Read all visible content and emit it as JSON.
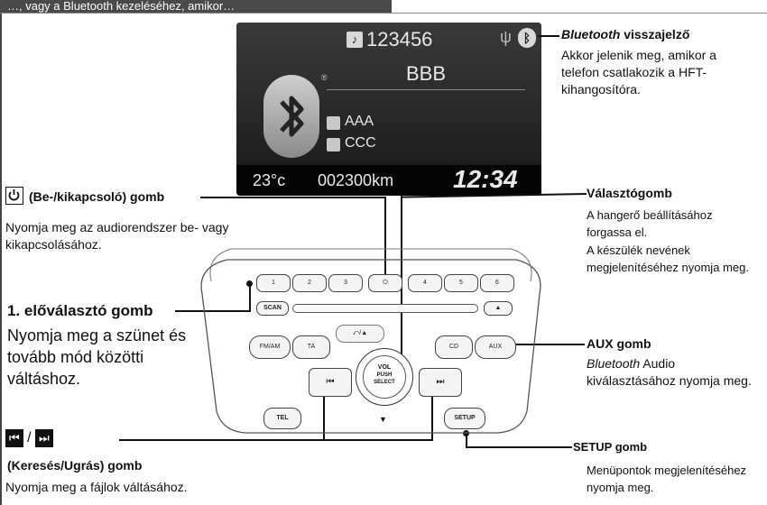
{
  "header": {
    "text": "…, vagy a Bluetooth kezeléséhez, amikor…"
  },
  "display": {
    "track_number": "123456",
    "device_name": "BBB",
    "album": "AAA",
    "artist": "CCC",
    "temperature": "23°c",
    "odometer": "002300km",
    "clock": "12:34"
  },
  "callouts": {
    "bluetooth_indicator": {
      "title_italic": "Bluetooth",
      "title_rest": " visszajelző",
      "description": "Akkor jelenik meg, amikor a telefon csatlakozik a HFT-kihangosítóra."
    },
    "power_button": {
      "title": "(Be-/kikapcsoló) gomb",
      "description": "Nyomja meg az audiorendszer be- vagy kikapcsolásához."
    },
    "preset_button": {
      "title": "1. előválasztó gomb",
      "description": "Nyomja meg a szünet és tovább mód közötti váltáshoz."
    },
    "seek_button": {
      "title": "(Keresés/Ugrás) gomb",
      "description": "Nyomja meg a fájlok váltásához."
    },
    "selector_knob": {
      "title": "Választógomb",
      "line1": "A hangerő beállításához forgassa el.",
      "line2": "A készülék nevének megjelenítéséhez nyomja meg."
    },
    "aux_button": {
      "title": "AUX gomb",
      "desc_italic": "Bluetooth",
      "desc_rest": " Audio kiválasztásához nyomja meg."
    },
    "setup_button": {
      "title": "SETUP gomb",
      "description": "Menüpontok megjelenítéséhez nyomja meg."
    }
  },
  "panel": {
    "presets": [
      "1",
      "2",
      "3",
      "4",
      "5",
      "6"
    ],
    "power_symbol": "⏻",
    "scan": "SCAN",
    "eject": "▲",
    "fm_am": "FM/AM",
    "ta": "TA",
    "back": "⤺/▲",
    "cd": "CD",
    "aux": "AUX",
    "prev": "⏮",
    "next": "⏭",
    "knob_line1": "VOL",
    "knob_line2": "PUSH",
    "knob_line3": "SELECT",
    "tel": "TEL",
    "setup": "SETUP",
    "down": "▼"
  }
}
